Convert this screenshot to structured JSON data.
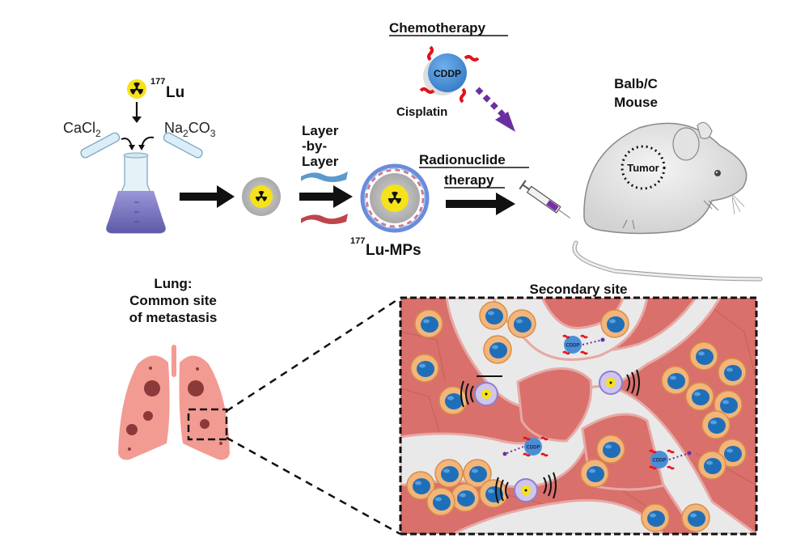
{
  "synthesis": {
    "isotope_mass": "177",
    "isotope_symbol": "Lu",
    "reagent_left": "CaCl",
    "reagent_left_sub": "2",
    "reagent_right_a": "Na",
    "reagent_right_sub1": "2",
    "reagent_right_b": "CO",
    "reagent_right_sub2": "3"
  },
  "lbl_step": {
    "line1": "Layer",
    "line2": "-by-",
    "line3": "Layer"
  },
  "particle": {
    "mass": "177",
    "name": "Lu-MPs"
  },
  "chemo": {
    "title": "Chemotherapy",
    "drug_abbrev": "CDDP",
    "drug_name": "Cisplatin"
  },
  "radio": {
    "line1": "Radionuclide",
    "line2": "therapy"
  },
  "mouse": {
    "line1": "Balb/C",
    "line2": "Mouse",
    "tumor_label": "Tumor"
  },
  "lung": {
    "line1": "Lung:",
    "line2": "Common site",
    "line3": "of metastasis"
  },
  "secondary": {
    "title": "Secondary site",
    "cddp_label": "CDDP"
  },
  "colors": {
    "radiation_yellow": "#f5e21a",
    "shell_gray": "#b8b8b8",
    "cddp_blue": "#4a8fd6",
    "purple_arrow": "#6a2fa0",
    "lung_pink": "#f29b93",
    "tissue_red": "#d9706b",
    "vessel_gray": "#e9e9e9",
    "tumor_cell_orange": "#f2b57a",
    "nucleus_blue": "#1f6fb8",
    "flask_liquid": "#7d78c2"
  }
}
